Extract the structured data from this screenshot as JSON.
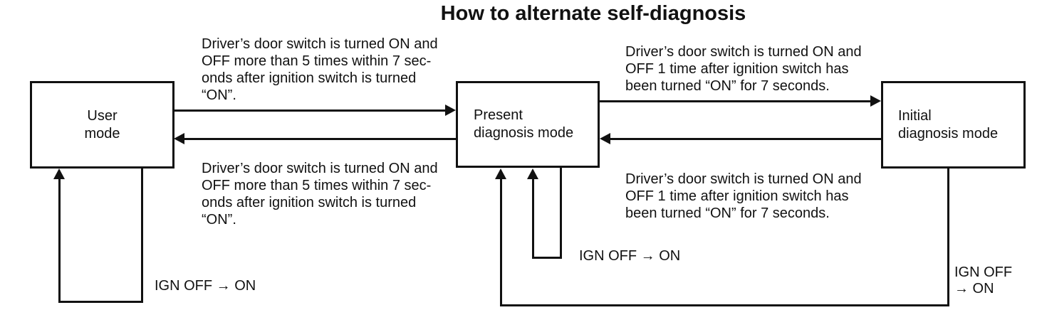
{
  "title": "How to alternate self-diagnosis",
  "colors": {
    "ink": "#111111",
    "paper": "#ffffff"
  },
  "nodes": {
    "user_mode": {
      "lines": [
        "User",
        "mode"
      ]
    },
    "present_mode": {
      "lines": [
        "Present",
        "diagnosis mode"
      ]
    },
    "initial_mode": {
      "lines": [
        "Initial",
        "diagnosis mode"
      ]
    }
  },
  "transitions": {
    "user_to_present": {
      "lines": [
        "Driver’s door switch is turned ON and",
        "OFF more than 5 times within 7 sec-",
        "onds after ignition switch is turned",
        "“ON”."
      ]
    },
    "present_to_user": {
      "lines": [
        "Driver’s door switch is turned ON and",
        "OFF more than 5 times within 7 sec-",
        "onds after ignition switch is turned",
        "“ON”."
      ]
    },
    "present_to_initial": {
      "lines": [
        "Driver’s door switch is turned ON and",
        "OFF 1 time after ignition switch has",
        "been turned “ON” for 7 seconds."
      ]
    },
    "initial_to_present": {
      "lines": [
        "Driver’s door switch is turned ON and",
        "OFF 1 time after ignition switch has",
        "been turned “ON” for 7 seconds."
      ]
    },
    "ign_user": "IGN OFF → ON",
    "ign_present": "IGN OFF → ON",
    "ign_initial": {
      "lines": [
        "IGN OFF",
        "→ ON"
      ]
    }
  }
}
